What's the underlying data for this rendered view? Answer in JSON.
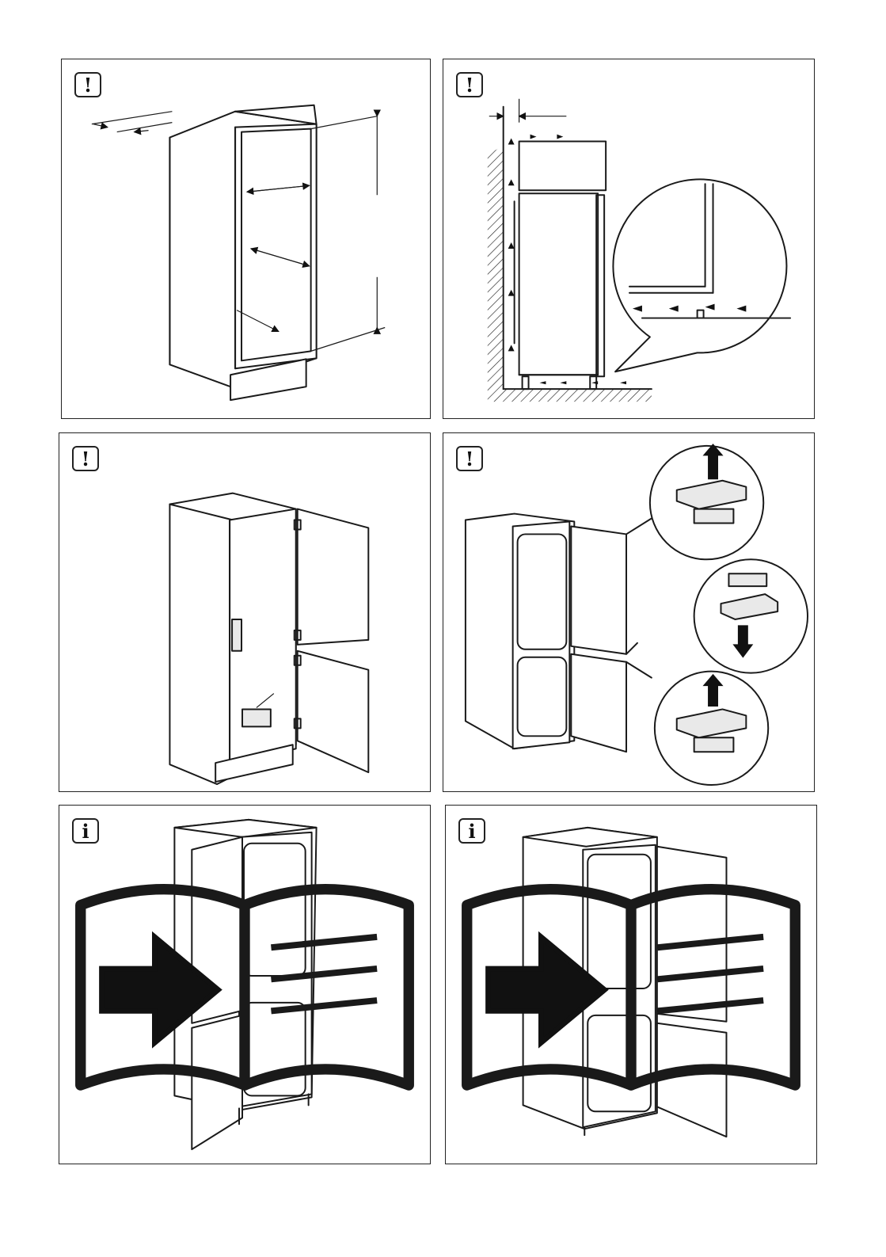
{
  "page": {
    "background": "#ffffff",
    "line_color": "#1a1a1a"
  },
  "panels": [
    {
      "id": "p1",
      "badge": "!",
      "badge_icon": "warning-icon",
      "illustration": "cabinet-niche-dimensions"
    },
    {
      "id": "p2",
      "badge": "!",
      "badge_icon": "warning-icon",
      "illustration": "ventilation-airflow"
    },
    {
      "id": "p3",
      "badge": "!",
      "badge_icon": "warning-icon",
      "illustration": "door-hinge-mounting"
    },
    {
      "id": "p4",
      "badge": "!",
      "badge_icon": "warning-icon",
      "illustration": "hinge-cover-detail"
    },
    {
      "id": "p5",
      "badge": "i",
      "badge_icon": "info-icon",
      "illustration": "door-reversal-left",
      "footer_icon": "manual-book-icon"
    },
    {
      "id": "p6",
      "badge": "i",
      "badge_icon": "info-icon",
      "illustration": "door-reversal-right",
      "footer_icon": "manual-book-icon"
    }
  ]
}
